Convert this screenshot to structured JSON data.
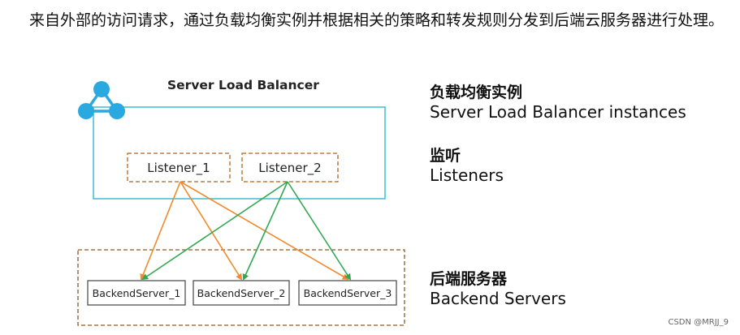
{
  "intro": {
    "text": "来自外部的访问请求，通过负载均衡实例并根据相关的策略和转发规则分发到后端云服务器进行处理。"
  },
  "diagram": {
    "slb_title": "Server Load Balancer",
    "listeners": [
      "Listener_1",
      "Listener_2"
    ],
    "backends": [
      "BackendServer_1",
      "BackendServer_2",
      "BackendServer_3"
    ],
    "colors": {
      "slb_box": "#3bbfd0",
      "logo": "#2aa9e0",
      "listener_border": "#b5651d",
      "backend_group_border": "#8a5a2b",
      "orange_arrow": "#f08a2c",
      "green_arrow": "#33a853"
    },
    "connections": [
      {
        "from": "Listener_1",
        "to": "BackendServer_1",
        "color": "orange"
      },
      {
        "from": "Listener_1",
        "to": "BackendServer_2",
        "color": "orange"
      },
      {
        "from": "Listener_1",
        "to": "BackendServer_3",
        "color": "orange"
      },
      {
        "from": "Listener_2",
        "to": "BackendServer_1",
        "color": "green"
      },
      {
        "from": "Listener_2",
        "to": "BackendServer_2",
        "color": "green"
      },
      {
        "from": "Listener_2",
        "to": "BackendServer_3",
        "color": "green"
      }
    ]
  },
  "legend": {
    "slb": {
      "zh": "负载均衡实例",
      "en": "Server Load Balancer instances"
    },
    "listener": {
      "zh": "监听",
      "en": "Listeners"
    },
    "backend": {
      "zh": "后端服务器",
      "en": "Backend Servers"
    }
  },
  "credit": "CSDN @MRJJ_9"
}
